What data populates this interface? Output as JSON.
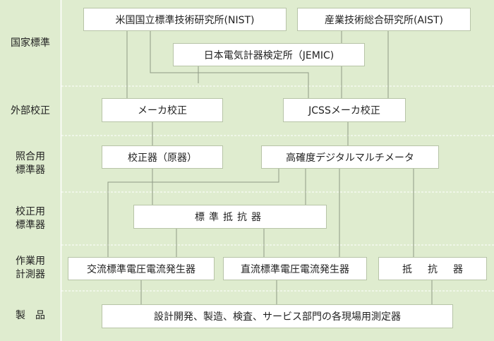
{
  "rows": [
    {
      "label": "国家標準"
    },
    {
      "label": "外部校正"
    },
    {
      "label": "照合用\n標準器"
    },
    {
      "label": "校正用\n標準器"
    },
    {
      "label": "作業用\n計測器"
    },
    {
      "label": "製　品"
    }
  ],
  "boxes": {
    "nist": "米国国立標準技術研究所(NIST)",
    "aist": "産業技術総合研究所(AIST)",
    "jemic": "日本電気計器検定所（JEMIC)",
    "maker_cal": "メーカ校正",
    "jcss_cal": "JCSSメーカ校正",
    "calibrator": "校正器（原器）",
    "dmm": "高確度デジタルマルチメータ",
    "std_resistor": "標準抵抗器",
    "ac_source": "交流標準電圧電流発生器",
    "dc_source": "直流標準電圧電流発生器",
    "resistor": "抵抗器",
    "products": "設計開発、製造、検査、サービス部門の各現場用測定器"
  },
  "colors": {
    "background": "#dfeccf",
    "box_fill": "#ffffff",
    "box_border": "#b7c4a7",
    "connector": "#8f9a86",
    "row_divider": "#ffffff"
  }
}
